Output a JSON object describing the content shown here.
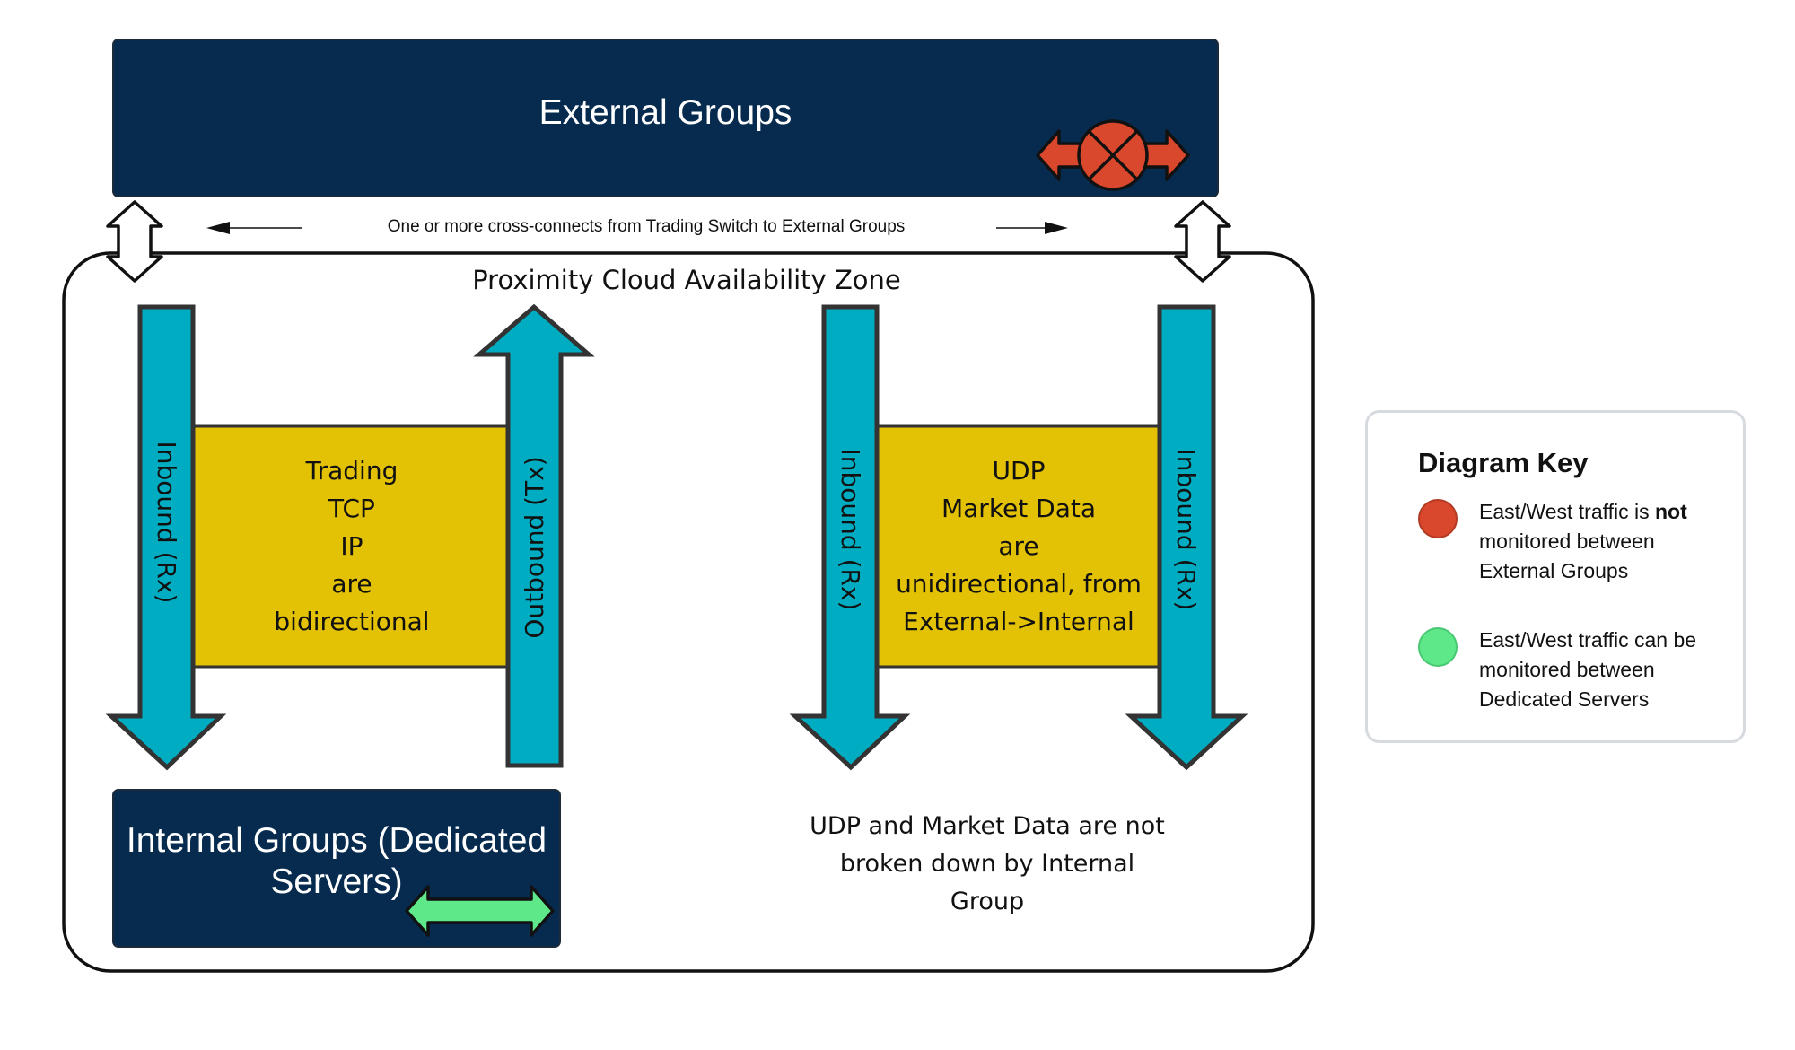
{
  "external_groups": {
    "title": "External Groups",
    "color": "#062b4f"
  },
  "cross_connect": {
    "label": "One or more cross-connects from Trading Switch to External Groups"
  },
  "zone": {
    "title": "Proximity Cloud Availability Zone"
  },
  "trading_block": {
    "lines": [
      "Trading",
      "TCP",
      "IP",
      "are",
      "bidirectional"
    ],
    "inbound_label": "Inbound (Rx)",
    "outbound_label": "Outbound (Tx)"
  },
  "udp_block": {
    "lines": [
      "UDP",
      "Market Data",
      "are",
      "unidirectional, from",
      "External->Internal"
    ],
    "inbound_left_label": "Inbound (Rx)",
    "inbound_right_label": "Inbound (Rx)"
  },
  "internal_groups": {
    "title": "Internal Groups (Dedicated Servers)",
    "color": "#062b4f"
  },
  "udp_note": {
    "lines": [
      "UDP and Market Data are not",
      "broken down by Internal",
      "Group"
    ]
  },
  "diagram_key": {
    "title": "Diagram Key",
    "items": [
      {
        "color": "#d9472c",
        "text_before": "East/West traffic is",
        "text_bold": "not",
        "text_after": "monitored between External Groups"
      },
      {
        "color": "#5ee88a",
        "text_before": "East/West traffic can be monitored between Dedicated Servers",
        "text_bold": "",
        "text_after": ""
      }
    ]
  },
  "colors": {
    "arrow_teal": "#00acc1",
    "block_yellow": "#e3c104",
    "red_icon": "#d9472c",
    "green_icon": "#5ee88a",
    "navy": "#062b4f"
  }
}
